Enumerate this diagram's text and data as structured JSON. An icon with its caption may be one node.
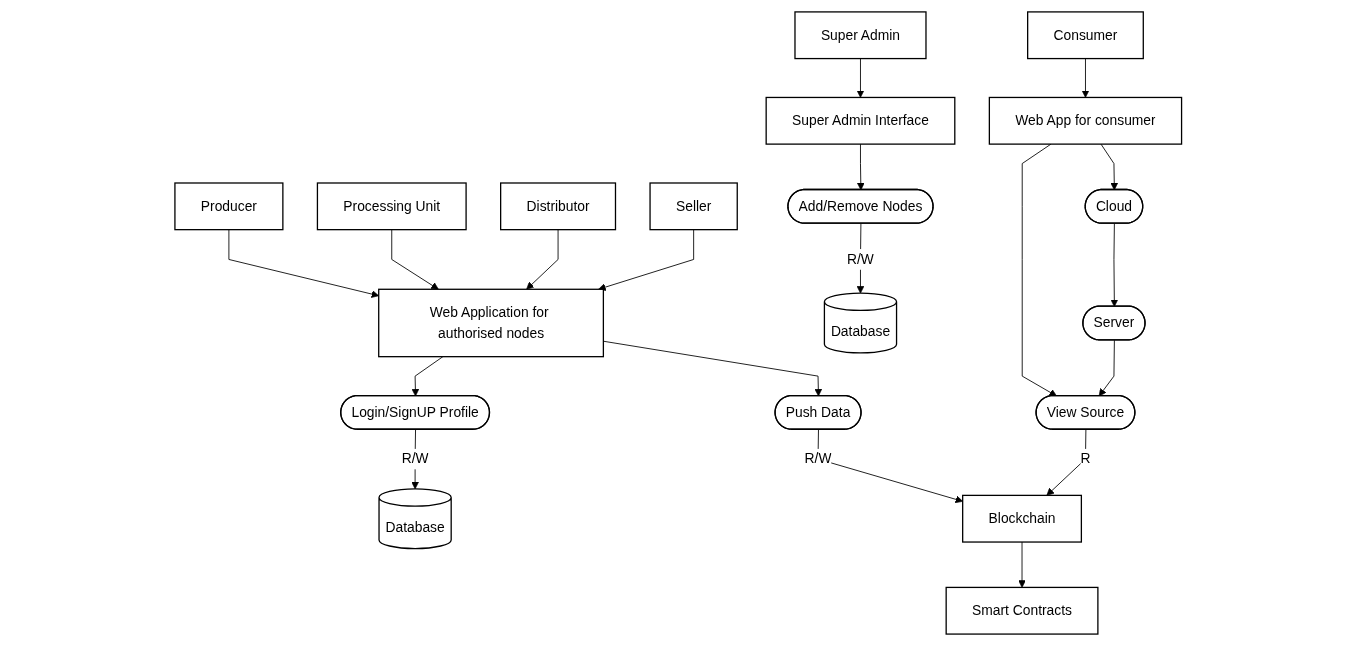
{
  "diagram": {
    "nodes": [
      {
        "text": [
          "Super Admin"
        ]
      },
      {
        "text": [
          "Producer"
        ]
      },
      {
        "text": [
          "Processing Unit"
        ]
      },
      {
        "text": [
          "Distributor"
        ]
      },
      {
        "text": [
          "Seller"
        ]
      },
      {
        "text": [
          "Consumer"
        ]
      },
      {
        "text": [
          "Super Admin Interface"
        ]
      },
      {
        "text": [
          "Web Application for authorised nodes"
        ]
      },
      {
        "text": [
          "Web App for consumer"
        ]
      },
      {
        "text": [
          "Add/Remove Nodes"
        ]
      },
      {
        "text": [
          "Login/SignUP Profile"
        ]
      },
      {
        "text": [
          "Push Data"
        ]
      },
      {
        "text": [
          "View Source"
        ]
      },
      {
        "text": [
          "Server"
        ]
      },
      {
        "text": [
          "Cloud"
        ]
      },
      {
        "text": [
          "Database"
        ]
      },
      {
        "text": [
          "Database"
        ]
      },
      {
        "text": [
          "Blockchain"
        ]
      },
      {
        "text": [
          "Smart Contracts"
        ]
      }
    ],
    "edges": [
      {
        "from": 0,
        "to": 6,
        "arrow": "to"
      },
      {
        "from": 1,
        "to": 7,
        "arrow": "to"
      },
      {
        "from": 2,
        "to": 7,
        "arrow": "to"
      },
      {
        "from": 3,
        "to": 7,
        "arrow": "to"
      },
      {
        "from": 4,
        "to": 7,
        "arrow": "to"
      },
      {
        "from": 5,
        "to": 8,
        "arrow": "to"
      },
      {
        "from": 6,
        "to": 9,
        "arrow": "to"
      },
      {
        "from": 7,
        "to": 10,
        "arrow": "to"
      },
      {
        "from": 7,
        "to": 11,
        "arrow": "to"
      },
      {
        "from": 8,
        "to": 12,
        "arrow": "to"
      },
      {
        "from": 8,
        "to": 14,
        "arrow": "to"
      },
      {
        "from": 14,
        "to": 13,
        "arrow": "to"
      },
      {
        "from": 13,
        "to": 12,
        "arrow": "to"
      },
      {
        "from": 9,
        "to": 15,
        "label": "R/W",
        "arrow": "to"
      },
      {
        "from": 10,
        "to": 16,
        "label": "R/W",
        "arrow": "to"
      },
      {
        "from": 11,
        "to": 17,
        "label": "R/W",
        "arrow": "to"
      },
      {
        "from": 12,
        "to": 17,
        "label": "R",
        "arrow": "to"
      },
      {
        "from": 17,
        "to": 18,
        "arrow": "to"
      }
    ]
  }
}
